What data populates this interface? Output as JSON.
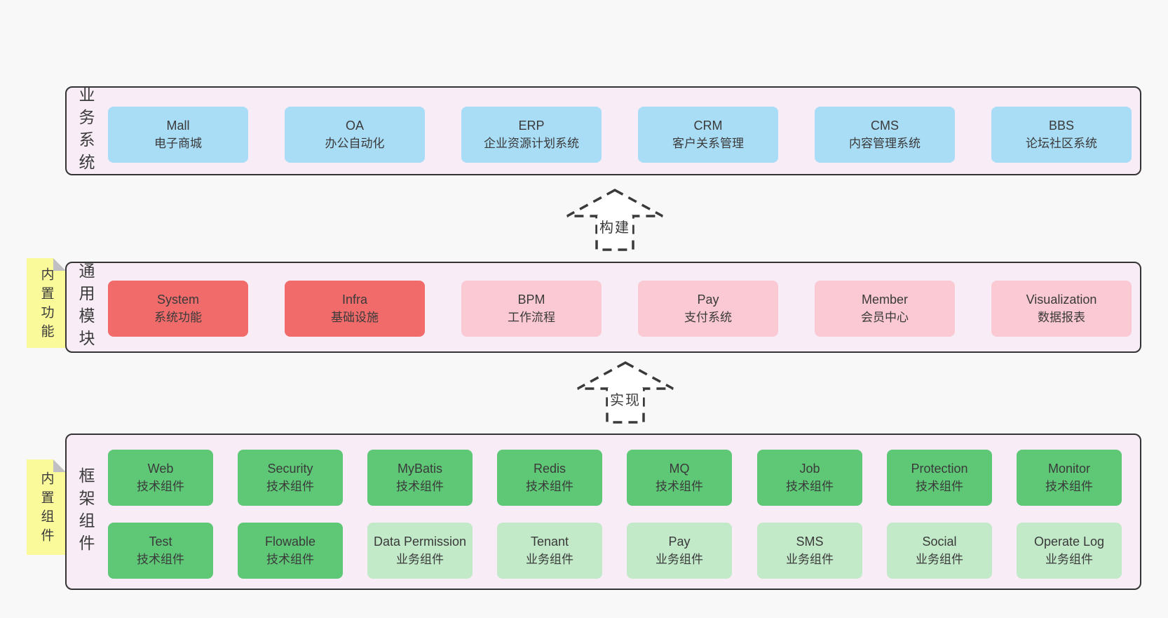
{
  "colors": {
    "page_background": "#f8f8f8",
    "section_background": "#f8edf6",
    "section_border": "#343434",
    "business_box": "#a9dcf5",
    "core_module_box": "#f16b6b",
    "optional_module_box": "#fbc9d3",
    "tech_component_box": "#5fc877",
    "biz_component_box": "#c2e9c8",
    "sticky_note": "#fafa9b",
    "note_fold": "#bfbfc4",
    "text": "#3a3a3a"
  },
  "arrows": [
    {
      "label": "构建"
    },
    {
      "label": "实现"
    }
  ],
  "sections": [
    {
      "id": "business-systems",
      "label": "业务系统",
      "boxes": [
        {
          "name": "Mall",
          "desc": "电子商城"
        },
        {
          "name": "OA",
          "desc": "办公自动化"
        },
        {
          "name": "ERP",
          "desc": "企业资源计划系统"
        },
        {
          "name": "CRM",
          "desc": "客户关系管理"
        },
        {
          "name": "CMS",
          "desc": "内容管理系统"
        },
        {
          "name": "BBS",
          "desc": "论坛社区系统"
        }
      ]
    },
    {
      "id": "common-modules",
      "label": "通用模块",
      "note": "内置功能",
      "boxes": [
        {
          "name": "System",
          "desc": "系统功能"
        },
        {
          "name": "Infra",
          "desc": "基础设施"
        },
        {
          "name": "BPM",
          "desc": "工作流程"
        },
        {
          "name": "Pay",
          "desc": "支付系统"
        },
        {
          "name": "Member",
          "desc": "会员中心"
        },
        {
          "name": "Visualization",
          "desc": "数据报表"
        }
      ]
    },
    {
      "id": "framework-components",
      "label": "框架组件",
      "note": "内置组件",
      "rows": [
        {
          "boxes": [
            {
              "name": "Web",
              "desc": "技术组件"
            },
            {
              "name": "Security",
              "desc": "技术组件"
            },
            {
              "name": "MyBatis",
              "desc": "技术组件"
            },
            {
              "name": "Redis",
              "desc": "技术组件"
            },
            {
              "name": "MQ",
              "desc": "技术组件"
            },
            {
              "name": "Job",
              "desc": "技术组件"
            },
            {
              "name": "Protection",
              "desc": "技术组件"
            },
            {
              "name": "Monitor",
              "desc": "技术组件"
            }
          ]
        },
        {
          "boxes": [
            {
              "name": "Test",
              "desc": "技术组件"
            },
            {
              "name": "Flowable",
              "desc": "技术组件"
            },
            {
              "name": "Data Permission",
              "desc": "业务组件"
            },
            {
              "name": "Tenant",
              "desc": "业务组件"
            },
            {
              "name": "Pay",
              "desc": "业务组件"
            },
            {
              "name": "SMS",
              "desc": "业务组件"
            },
            {
              "name": "Social",
              "desc": "业务组件"
            },
            {
              "name": "Operate Log",
              "desc": "业务组件"
            }
          ]
        }
      ]
    }
  ]
}
